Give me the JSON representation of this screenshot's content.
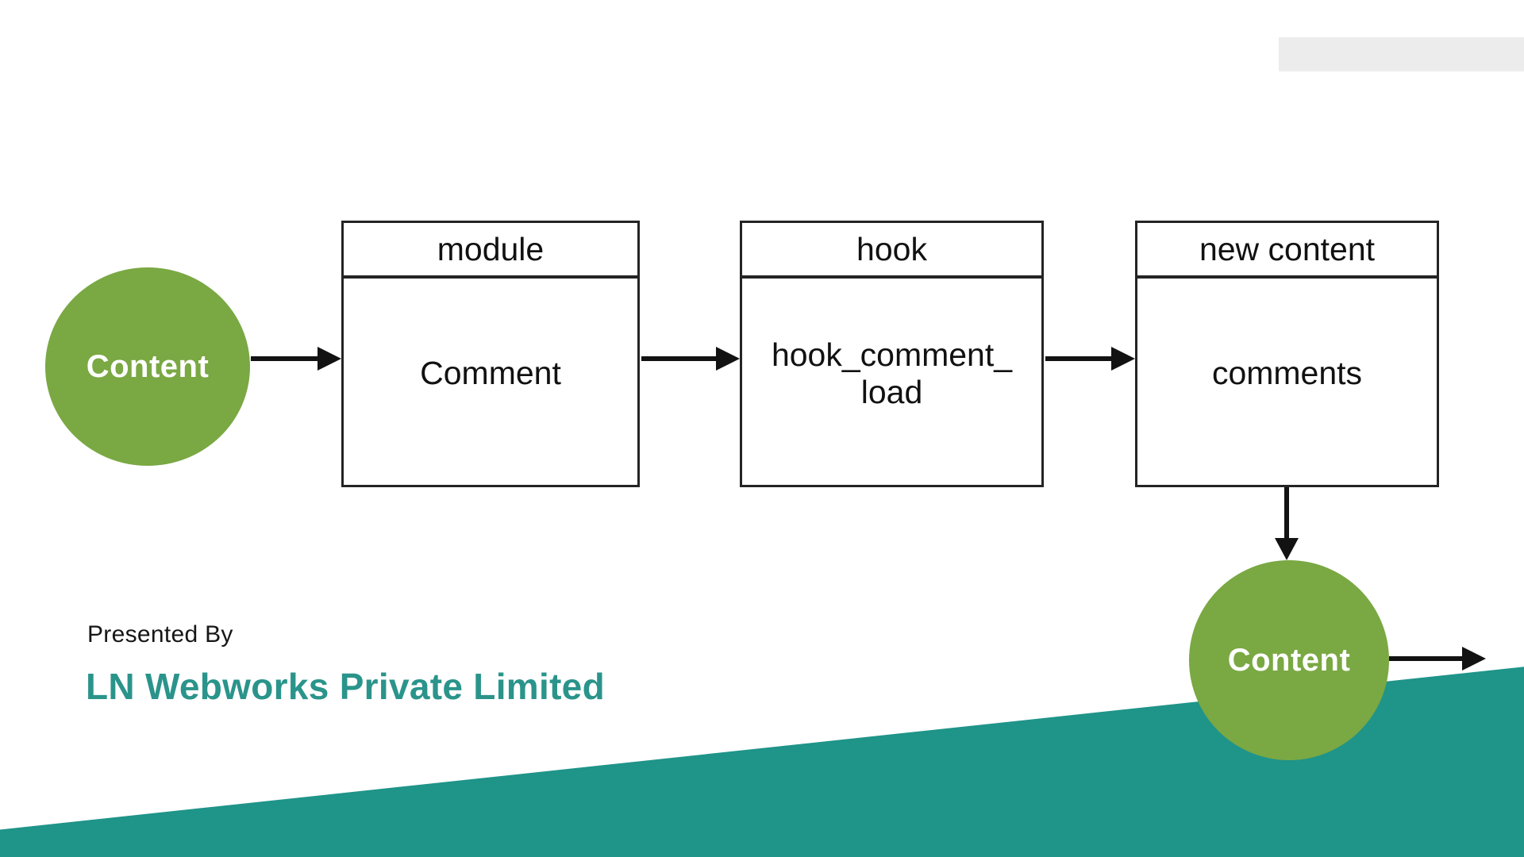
{
  "slide": {
    "background_color": "#ffffff",
    "top_bar": {
      "color": "#ececec"
    }
  },
  "diagram": {
    "nodes": [
      {
        "label": "Content",
        "fill_color": "#7aa843",
        "text_color": "#ffffff"
      },
      {
        "label": "Content",
        "fill_color": "#7aa843",
        "text_color": "#ffffff"
      }
    ],
    "boxes": [
      {
        "title": "module",
        "body": "Comment"
      },
      {
        "title": "hook",
        "body": "hook_comment_\nload"
      },
      {
        "title": "new content",
        "body": "comments"
      }
    ],
    "arrow_color": "#121212",
    "box_border_color": "#242424"
  },
  "footer": {
    "presented_by": "Presented By",
    "company": "LN Webworks Private Limited",
    "company_color": "#2a948b",
    "band_color": "#1f9489"
  }
}
